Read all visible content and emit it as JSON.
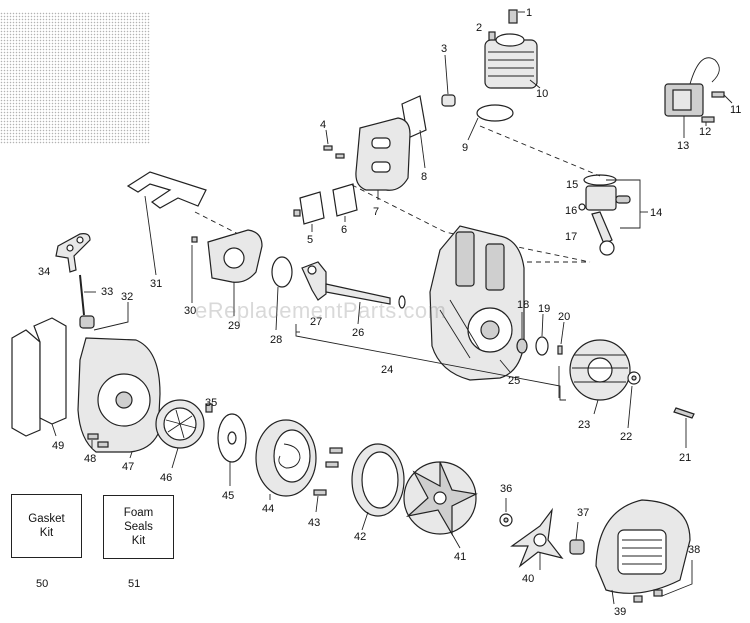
{
  "diagram": {
    "watermark": "eReplacementParts.com",
    "callouts": [
      "1",
      "2",
      "3",
      "4",
      "5",
      "6",
      "7",
      "8",
      "9",
      "10",
      "11",
      "12",
      "13",
      "14",
      "15",
      "16",
      "17",
      "18",
      "19",
      "20",
      "21",
      "22",
      "23",
      "24",
      "25",
      "26",
      "27",
      "28",
      "29",
      "30",
      "31",
      "32",
      "33",
      "34",
      "35",
      "36",
      "37",
      "38",
      "39",
      "40",
      "41",
      "42",
      "43",
      "44",
      "45",
      "46",
      "47",
      "48",
      "49"
    ],
    "kits": [
      {
        "id": "50",
        "label": "Gasket\nKit"
      },
      {
        "id": "51",
        "label": "Foam\nSeals\nKit"
      }
    ]
  }
}
